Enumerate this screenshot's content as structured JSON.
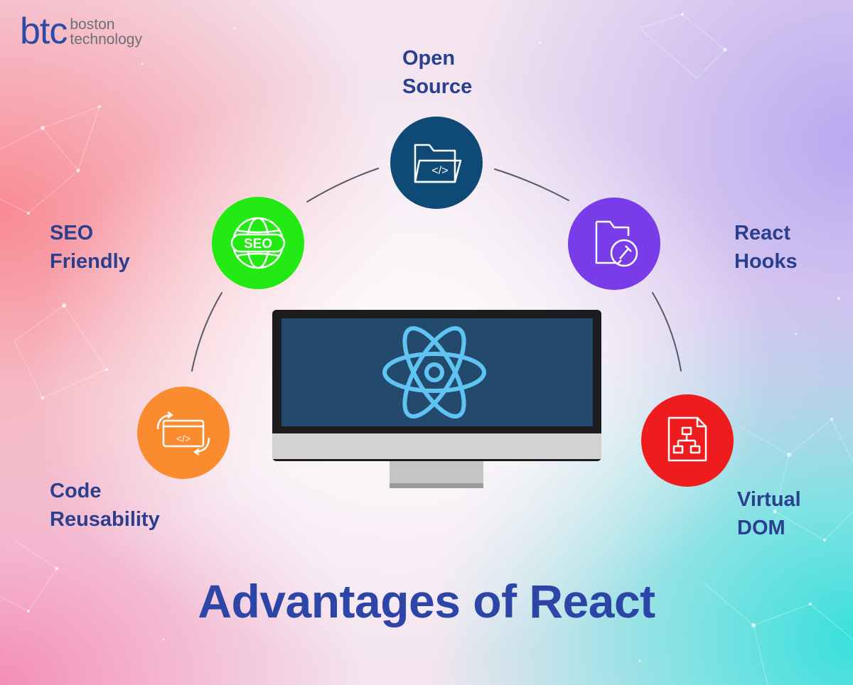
{
  "logo": {
    "mark": "btc",
    "line1": "boston",
    "line2": "technology"
  },
  "features": [
    {
      "line1": "Open",
      "line2": "Source",
      "icon": "folder-code-icon",
      "color": "#0f4a77"
    },
    {
      "line1": "SEO",
      "line2": "Friendly",
      "icon": "seo-globe-icon",
      "color": "#22ea12"
    },
    {
      "line1": "React",
      "line2": "Hooks",
      "icon": "folder-pin-icon",
      "color": "#7a3be8"
    },
    {
      "line1": "Code",
      "line2": "Reusability",
      "icon": "code-cycle-icon",
      "color": "#fb8b2f"
    },
    {
      "line1": "Virtual",
      "line2": "DOM",
      "icon": "dom-tree-file-icon",
      "color": "#ee1c1c"
    }
  ],
  "center_icon": "react-atom-icon",
  "seo_icon_text": "SEO",
  "code_glyph": "</>",
  "title": "Advantages of React"
}
